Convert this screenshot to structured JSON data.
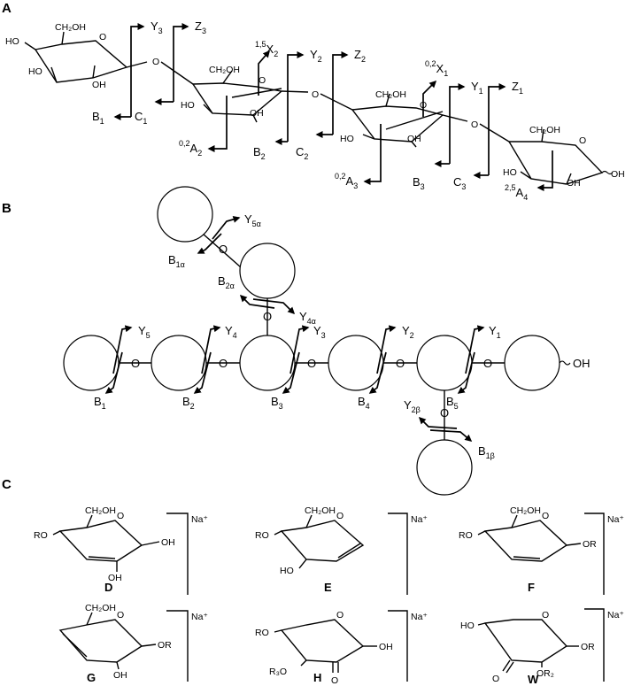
{
  "panels": [
    "A",
    "B",
    "C"
  ],
  "panel_a": {
    "residues": [
      {
        "groups": [
          "HO",
          "CH₂OH",
          "HO",
          "OH"
        ]
      },
      {
        "groups": [
          "CH₂OH",
          "HO",
          "OH"
        ]
      },
      {
        "groups": [
          "CH₂OH",
          "HO",
          "OH"
        ]
      },
      {
        "groups": [
          "CH₂OH",
          "HO",
          "OH",
          "OH"
        ]
      }
    ],
    "glycosidic_o": "O",
    "fragments": [
      {
        "sym": "Y",
        "sub": "3",
        "pre": ""
      },
      {
        "sym": "Z",
        "sub": "3",
        "pre": ""
      },
      {
        "sym": "X",
        "sub": "2",
        "pre": "1,5"
      },
      {
        "sym": "Y",
        "sub": "2",
        "pre": ""
      },
      {
        "sym": "Z",
        "sub": "2",
        "pre": ""
      },
      {
        "sym": "X",
        "sub": "1",
        "pre": "0,2"
      },
      {
        "sym": "Y",
        "sub": "1",
        "pre": ""
      },
      {
        "sym": "Z",
        "sub": "1",
        "pre": ""
      },
      {
        "sym": "B",
        "sub": "1",
        "pre": ""
      },
      {
        "sym": "C",
        "sub": "1",
        "pre": ""
      },
      {
        "sym": "A",
        "sub": "2",
        "pre": "0,2"
      },
      {
        "sym": "B",
        "sub": "2",
        "pre": ""
      },
      {
        "sym": "C",
        "sub": "2",
        "pre": ""
      },
      {
        "sym": "A",
        "sub": "3",
        "pre": "0,2"
      },
      {
        "sym": "B",
        "sub": "3",
        "pre": ""
      },
      {
        "sym": "C",
        "sub": "3",
        "pre": ""
      },
      {
        "sym": "A",
        "sub": "4",
        "pre": "2,5"
      }
    ]
  },
  "panel_b": {
    "linker": "O",
    "terminal": "OH",
    "fragments": [
      {
        "sym": "Y",
        "sub": "5α"
      },
      {
        "sym": "B",
        "sub": "1α"
      },
      {
        "sym": "B",
        "sub": "2α"
      },
      {
        "sym": "Y",
        "sub": "4α"
      },
      {
        "sym": "Y",
        "sub": "5"
      },
      {
        "sym": "Y",
        "sub": "4"
      },
      {
        "sym": "Y",
        "sub": "3"
      },
      {
        "sym": "Y",
        "sub": "2"
      },
      {
        "sym": "Y",
        "sub": "1"
      },
      {
        "sym": "B",
        "sub": "1"
      },
      {
        "sym": "B",
        "sub": "2"
      },
      {
        "sym": "B",
        "sub": "3"
      },
      {
        "sym": "B",
        "sub": "4"
      },
      {
        "sym": "B",
        "sub": "5"
      },
      {
        "sym": "Y",
        "sub": "2β"
      },
      {
        "sym": "B",
        "sub": "1β"
      }
    ]
  },
  "panel_c": {
    "ion": "Na⁺",
    "compounds": [
      {
        "label": "D",
        "groups": [
          "RO",
          "CH₂OH",
          "OH",
          "OH"
        ]
      },
      {
        "label": "E",
        "groups": [
          "RO",
          "CH₂OH",
          "HO"
        ]
      },
      {
        "label": "F",
        "groups": [
          "RO",
          "CH₂OH",
          "OR"
        ]
      },
      {
        "label": "G",
        "groups": [
          "CH₂OH",
          "OH",
          "OR"
        ]
      },
      {
        "label": "H",
        "groups": [
          "RO",
          "R₃O",
          "O",
          "OH"
        ]
      },
      {
        "label": "W",
        "groups": [
          "HO",
          "O",
          "OR₂",
          "OR"
        ]
      }
    ]
  }
}
